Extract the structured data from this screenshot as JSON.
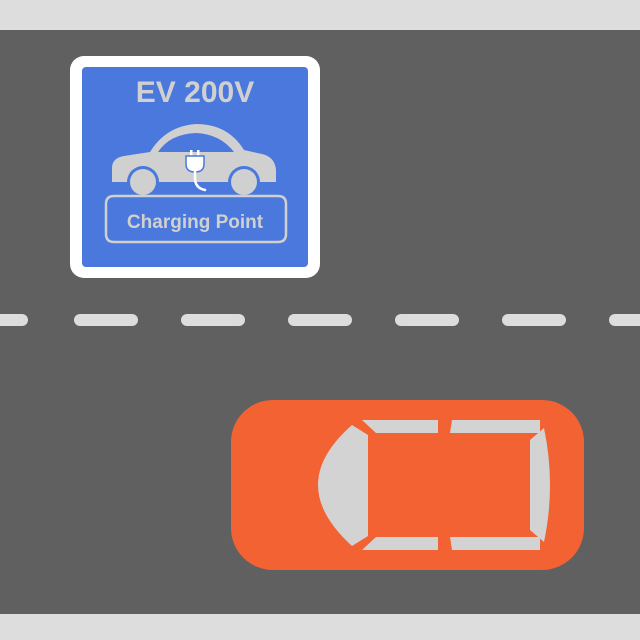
{
  "scene": {
    "colors": {
      "sidewalk": "#dddddd",
      "road": "#606060",
      "lane_marking": "#dddddd",
      "sign_border": "#ffffff",
      "sign_panel": "#4a78dc",
      "sign_glyph": "#d0d0d0",
      "car_body": "#f26232",
      "car_glass": "#d3d3d3"
    }
  },
  "sign": {
    "title": "EV 200V",
    "caption": "Charging Point",
    "icon": "ev-car-plug-icon"
  },
  "car": {
    "icon": "car-top-view-icon",
    "orientation": "facing-left"
  }
}
